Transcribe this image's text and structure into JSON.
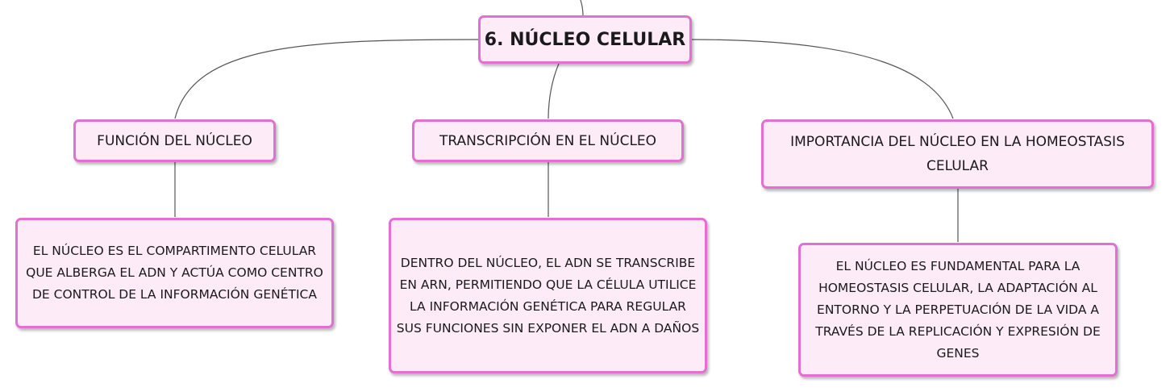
{
  "root": {
    "title": "6. NÚCLEO CELULAR"
  },
  "topics": [
    {
      "title": "FUNCIÓN DEL NÚCLEO",
      "detail": "EL NÚCLEO ES EL COMPARTIMENTO CELULAR QUE ALBERGA EL ADN Y ACTÚA COMO CENTRO DE CONTROL DE LA INFORMACIÓN GENÉTICA"
    },
    {
      "title": "TRANSCRIPCIÓN EN EL NÚCLEO",
      "detail": "DENTRO DEL NÚCLEO, EL ADN SE TRANSCRIBE EN ARN, PERMITIENDO QUE LA CÉLULA UTILICE LA INFORMACIÓN GENÉTICA PARA REGULAR SUS FUNCIONES SIN EXPONER EL ADN A DAÑOS"
    },
    {
      "title": "IMPORTANCIA DEL NÚCLEO EN LA HOMEOSTASIS CELULAR",
      "detail": "EL NÚCLEO ES FUNDAMENTAL PARA LA HOMEOSTASIS CELULAR, LA ADAPTACIÓN AL ENTORNO Y LA PERPETUACIÓN DE LA VIDA A TRAVÉS DE LA REPLICACIÓN Y EXPRESIÓN DE GENES"
    }
  ],
  "colors": {
    "node_fill": "#fdebf8",
    "node_border": "#e36fd2",
    "connector": "#555555"
  }
}
